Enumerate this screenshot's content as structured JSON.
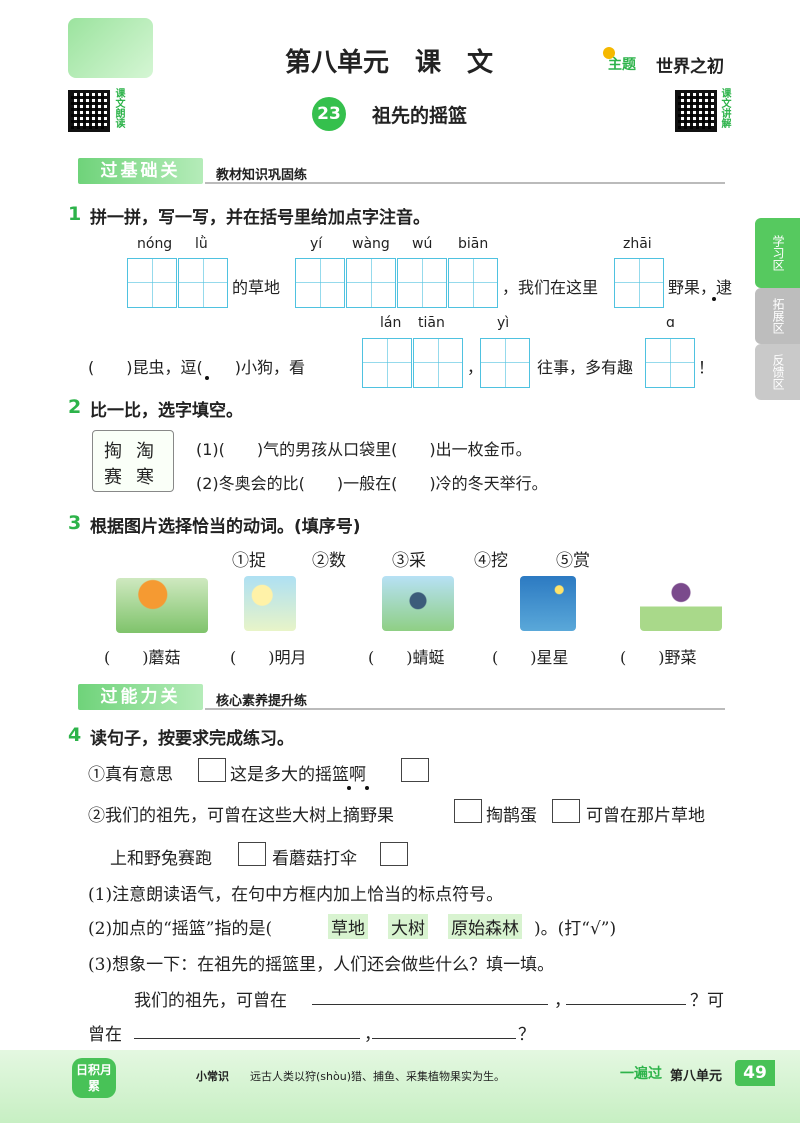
{
  "header": {
    "unit_title": "第八单元　课　文",
    "theme_label": "主题",
    "theme_value": "世界之初",
    "lesson_number": "23",
    "lesson_title": "祖先的摇篮",
    "qr_left_label": "课文朗读",
    "qr_right_label": "课文讲解"
  },
  "sidebar": [
    "学习区",
    "拓展区",
    "反馈区"
  ],
  "section1": {
    "title": "过基础关",
    "subtitle": "教材知识巩固练"
  },
  "q1": {
    "num": "1",
    "prompt": "拼一拼，写一写，并在括号里给加点字注音。",
    "pinyin": [
      "nóng",
      "lǜ",
      "yí",
      "wàng",
      "wú",
      "biān",
      "zhāi",
      "lán",
      "tiān",
      "yì",
      "ɑ"
    ],
    "t1": "的草地",
    "t2": "，我们在这里",
    "t3": "野果，逮",
    "t4": "(　　)昆虫，逗(　　)小狗，看",
    "t5": "，",
    "t6": "往事，多有趣",
    "t7": "！"
  },
  "q2": {
    "num": "2",
    "prompt": "比一比，选字填空。",
    "chars": [
      "掏",
      "淘",
      "赛",
      "寒"
    ],
    "line1": "(1)(　　)气的男孩从口袋里(　　)出一枚金币。",
    "line2": "(2)冬奥会的比(　　)一般在(　　)冷的冬天举行。"
  },
  "q3": {
    "num": "3",
    "prompt": "根据图片选择恰当的动词。(填序号)",
    "options": [
      "①捉",
      "②数",
      "③采",
      "④挖",
      "⑤赏"
    ],
    "answers": [
      "(　　)蘑菇",
      "(　　)明月",
      "(　　)蜻蜓",
      "(　　)星星",
      "(　　)野菜"
    ]
  },
  "section2": {
    "title": "过能力关",
    "subtitle": "核心素养提升练"
  },
  "q4": {
    "num": "4",
    "prompt": "读句子，按要求完成练习。",
    "s1a": "①真有意思",
    "s1b": "这是多大的摇篮啊",
    "s2a": "②我们的祖先，可曾在这些大树上摘野果",
    "s2b": "掏鹊蛋",
    "s2c": "可曾在那片草地",
    "s3a": "上和野兔赛跑",
    "s3b": "看蘑菇打伞",
    "p1": "(1)注意朗读语气，在句中方框内加上恰当的标点符号。",
    "p2a": "(2)加点的“摇篮”指的是(",
    "p2opts": [
      "草地",
      "大树",
      "原始森林"
    ],
    "p2b": ")。(打“√”)",
    "p3": "(3)想象一下：在祖先的摇篮里，人们还会做些什么？填一填。",
    "fill1a": "我们的祖先，可曾在",
    "fill1b": "，",
    "fill1c": "？可",
    "fill2a": "曾在",
    "fill2b": "，",
    "fill2c": "？"
  },
  "footer": {
    "badge": "日积月累",
    "tip_label": "小常识",
    "tip_text": "远古人类以狩(shòu)猎、捕鱼、采集植物果实为生。",
    "brand": "一遍过",
    "unit": "第八单元",
    "page": "49"
  }
}
